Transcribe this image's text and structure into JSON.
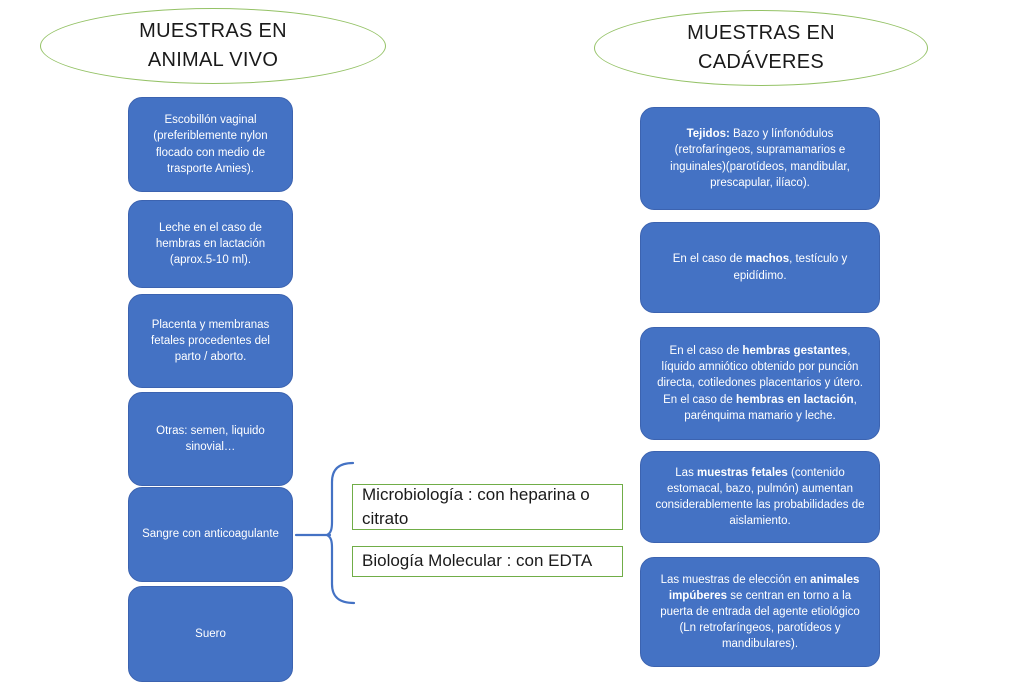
{
  "diagram": {
    "colors": {
      "box_blue": "#4472C4",
      "ellipse_border_green": "#94C266",
      "note_border_green": "#70AD47",
      "brace_blue": "#4472C4",
      "text_white": "#FFFFFF",
      "text_black": "#1A1A1A"
    },
    "left": {
      "title_lines": [
        "MUESTRAS EN",
        "ANIMAL VIVO"
      ],
      "boxes": [
        {
          "text": "Escobillón vaginal (preferiblemente nylon flocado con medio de trasporte Amies)."
        },
        {
          "text": "Leche en el caso de hembras en lactación (aprox.5-10 ml)."
        },
        {
          "text": "Placenta y membranas fetales procedentes del parto / aborto."
        },
        {
          "text": "Otras: semen, liquido sinovial…"
        },
        {
          "text": "Sangre con anticoagulante"
        },
        {
          "text": "Suero"
        }
      ]
    },
    "right": {
      "title_lines": [
        "MUESTRAS EN",
        "CADÁVERES"
      ],
      "boxes": [
        {
          "segments": [
            {
              "text": "Tejidos: ",
              "bold": true
            },
            {
              "text": "Bazo y línfonódulos (retrofaríngeos, supramamarios e inguinales)(parotídeos, mandibular, prescapular, ilíaco).",
              "bold": false
            }
          ]
        },
        {
          "segments": [
            {
              "text": "En el caso de ",
              "bold": false
            },
            {
              "text": "machos",
              "bold": true
            },
            {
              "text": ", testículo y epidídimo.",
              "bold": false
            }
          ]
        },
        {
          "segments": [
            {
              "text": "En el caso de ",
              "bold": false
            },
            {
              "text": "hembras gestantes",
              "bold": true
            },
            {
              "text": ", líquido amniótico obtenido por punción directa, cotiledones placentarios y útero. En el caso de ",
              "bold": false
            },
            {
              "text": "hembras en lactación",
              "bold": true
            },
            {
              "text": ", parénquima mamario y leche.",
              "bold": false
            }
          ]
        },
        {
          "segments": [
            {
              "text": "Las ",
              "bold": false
            },
            {
              "text": "muestras fetales",
              "bold": true
            },
            {
              "text": " (contenido estomacal, bazo, pulmón) aumentan considerablemente las probabilidades de aislamiento.",
              "bold": false
            }
          ]
        },
        {
          "segments": [
            {
              "text": "Las muestras de elección en ",
              "bold": false
            },
            {
              "text": "animales impúberes",
              "bold": true
            },
            {
              "text": " se centran en torno a la puerta de entrada del agente etiológico (Ln retrofaríngeos, parotídeos y mandibulares).",
              "bold": false
            }
          ]
        }
      ]
    },
    "middle": {
      "notes": [
        {
          "text": "Microbiología : con heparina o citrato"
        },
        {
          "text": "Biología Molecular : con EDTA"
        }
      ]
    }
  }
}
